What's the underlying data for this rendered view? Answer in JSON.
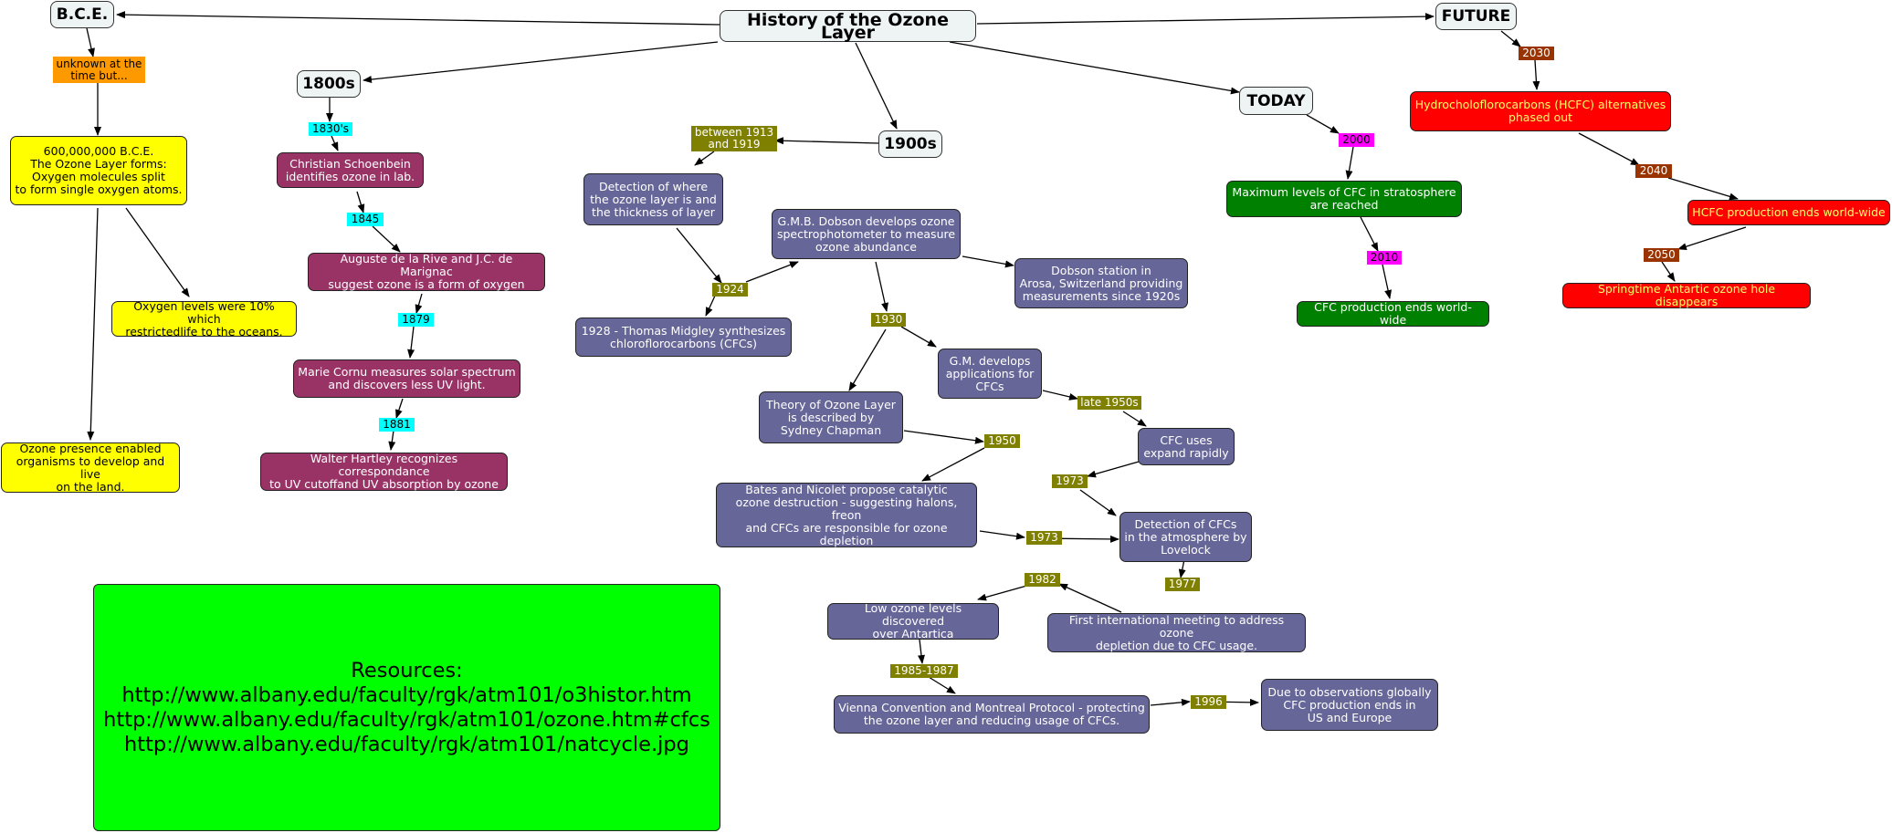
{
  "title": "History of the Ozone Layer",
  "eras": {
    "bce": "B.C.E.",
    "e1800s": "1800s",
    "e1900s": "1900s",
    "today": "TODAY",
    "future": "FUTURE"
  },
  "nodes": {
    "ozone_forms": "600,000,000 B.C.E.\nThe Ozone Layer forms:\nOxygen molecules split\nto form single oxygen atoms.",
    "oxygen_levels": "Oxygen levels were 10% which\nrestrictedlife to the oceans.",
    "ozone_presence": "Ozone presence enabled\norganisms to develop and live\non the land.",
    "schoenbein": "Christian Schoenbein\nidentifies ozone in lab.",
    "delarive": "Auguste de la Rive and J.C. de Marignac\nsuggest ozone is a form of oxygen",
    "cornu": "Marie Cornu measures solar spectrum\nand discovers less UV light.",
    "hartley": "Walter Hartley recognizes correspondance\nto UV cutoffand UV absorption by ozone",
    "detection_layer": "Detection of where\nthe ozone layer is and\nthe thickness of layer",
    "midgley": "1928 - Thomas Midgley synthesizes\nchloroflorocarbons (CFCs)",
    "dobson": "G.M.B. Dobson develops ozone\nspectrophotometer to measure\nozone abundance",
    "arosa": "Dobson station in\nArosa, Switzerland providing\nmeasurements since 1920s",
    "chapman": "Theory of Ozone Layer\nis described by\nSydney Chapman",
    "gm_apps": "G.M. develops\napplications for\nCFCs",
    "cfc_expand": "CFC uses\nexpand rapidly",
    "bates": "Bates and Nicolet propose catalytic\nozone destruction - suggesting halons, freon\nand CFCs are responsible for ozone\ndepletion",
    "lovelock": "Detection of CFCs\nin the atmosphere by\nLovelock",
    "low_ozone": "Low ozone levels discovered\nover Antartica",
    "first_meeting": "First international meeting to address ozone\ndepletion due to CFC usage.",
    "vienna": "Vienna Convention and Montreal Protocol - protecting\nthe ozone layer and reducing usage of CFCs.",
    "us_europe": "Due to observations globally\nCFC production ends in\nUS and Europe",
    "max_cfc": "Maximum levels of CFC in stratosphere\nare reached",
    "cfc_ends": "CFC production ends world-wide",
    "hcfc_alt": "Hydrocholoflorocarbons (HCFC) alternatives\nphased out",
    "hcfc_ends": "HCFC production ends world-wide",
    "springtime": "Springtime Antartic ozone hole disappears"
  },
  "labels": {
    "unknown": "unknown at the\ntime but...",
    "y1830s": "1830's",
    "y1845": "1845",
    "y1879": "1879",
    "y1881": "1881",
    "between": "between 1913\nand 1919",
    "y1924": "1924",
    "y1930": "1930",
    "late1950s": "late 1950s",
    "y1950": "1950",
    "y1973a": "1973",
    "y1973b": "1973",
    "y1977": "1977",
    "y1982": "1982",
    "y1985": "1985-1987",
    "y1996": "1996",
    "y2000": "2000",
    "y2010": "2010",
    "y2030": "2030",
    "y2040": "2040",
    "y2050": "2050"
  },
  "resources": {
    "heading": "Resources:",
    "links": [
      "http://www.albany.edu/faculty/rgk/atm101/o3histor.htm",
      "http://www.albany.edu/faculty/rgk/atm101/ozone.htm#cfcs",
      "http://www.albany.edu/faculty/rgk/atm101/natcycle.jpg"
    ]
  },
  "colors": {
    "yellow": "#ffff00",
    "maroon": "#993366",
    "slate": "#666699",
    "green": "#008000",
    "red": "#ff0000",
    "resources_bg": "#00ff00"
  }
}
